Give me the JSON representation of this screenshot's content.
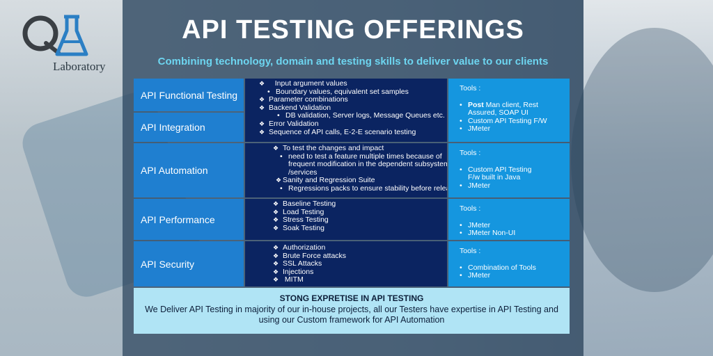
{
  "header": {
    "title": "API TESTING OFFERINGS",
    "subtitle": "Combining technology, domain and testing skills to deliver value to our clients"
  },
  "logo": {
    "text": "Laboratory"
  },
  "rows": [
    {
      "labels": [
        "API Functional Testing",
        "API Integration"
      ],
      "items": [
        {
          "bullet": "diamond",
          "depth": 0,
          "text": "Input argument values"
        },
        {
          "bullet": "dot",
          "depth": 1,
          "text": "Boundary values, equivalent set samples"
        },
        {
          "bullet": "diamond",
          "depth": 0,
          "text": "Parameter combinations"
        },
        {
          "bullet": "diamond",
          "depth": 0,
          "text": "Backend Validation"
        },
        {
          "bullet": "dot",
          "depth": 2,
          "text": "DB validation, Server logs, Message Queues etc."
        },
        {
          "bullet": "diamond",
          "depth": 0,
          "text": "Error Validation"
        },
        {
          "bullet": "diamond",
          "depth": 0,
          "text": "Sequence of API calls, E-2-E scenario testing"
        }
      ],
      "tools_label": "Tools :",
      "tools": [
        "Post Man client, Rest Assured, SOAP UI",
        "Custom API Testing F/W",
        "JMeter"
      ]
    },
    {
      "label": "API Automation",
      "items": [
        {
          "bullet": "diamond",
          "depth": 0,
          "text": "To test the changes and impact"
        },
        {
          "bullet": "dot",
          "depth": 1,
          "text": "need to test a feature multiple times because of"
        },
        {
          "bullet": "none",
          "depth": 3,
          "text": "frequent modification in the dependent subsystems"
        },
        {
          "bullet": "none",
          "depth": 3,
          "text": "/services"
        },
        {
          "bullet": "diamond",
          "depth": 0,
          "text": "Sanity and Regression Suite"
        },
        {
          "bullet": "dot",
          "depth": 1,
          "text": "Regressions packs to ensure stability before release"
        }
      ],
      "tools_label": "Tools :",
      "tools": [
        "Custom API Testing F/w built in Java",
        "JMeter"
      ]
    },
    {
      "label": "API Performance",
      "items": [
        {
          "bullet": "diamond",
          "depth": 0,
          "text": "Baseline Testing"
        },
        {
          "bullet": "diamond",
          "depth": 0,
          "text": "Load Testing"
        },
        {
          "bullet": "diamond",
          "depth": 0,
          "text": "Stress Testing"
        },
        {
          "bullet": "diamond",
          "depth": 0,
          "text": "Soak Testing"
        }
      ],
      "tools_label": "Tools :",
      "tools": [
        "JMeter",
        "JMeter Non-UI"
      ]
    },
    {
      "label": "API Security",
      "items": [
        {
          "bullet": "diamond",
          "depth": 0,
          "text": "Authorization"
        },
        {
          "bullet": "diamond",
          "depth": 0,
          "text": "Brute Force attacks"
        },
        {
          "bullet": "diamond",
          "depth": 0,
          "text": "SSL Attacks"
        },
        {
          "bullet": "diamond",
          "depth": 0,
          "text": "Injections"
        },
        {
          "bullet": "diamond",
          "depth": 0,
          "text": "MITM"
        }
      ],
      "tools_label": "Tools :",
      "tools": [
        "Combination of Tools",
        "JMeter"
      ]
    }
  ],
  "footer": {
    "heading": "STONG EXPRETISE IN API TESTING",
    "body": "We Deliver API Testing in majority of our in-house projects, all our Testers have expertise in API Testing and using our Custom framework for API Automation"
  },
  "colors": {
    "label_bg": "#1f7fd0",
    "middle_bg": "#0b2461",
    "tools_bg": "#1596df",
    "footer_bg": "#b0e4f5",
    "subtitle": "#6dd5f0"
  }
}
